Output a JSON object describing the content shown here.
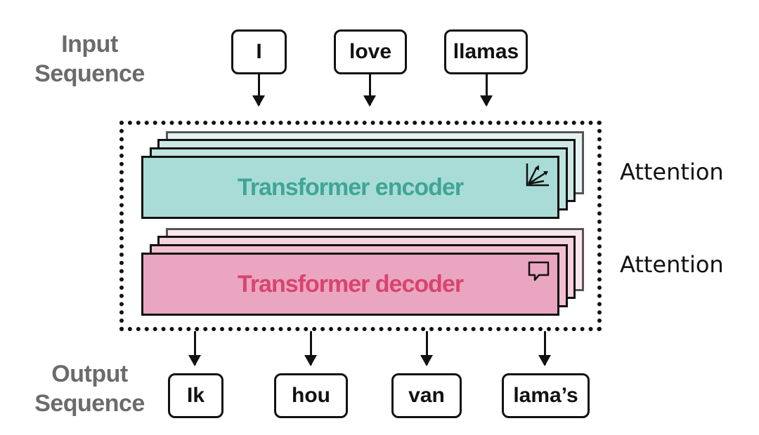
{
  "input": {
    "label_line1": "Input",
    "label_line2": "Sequence",
    "tokens": [
      "I",
      "love",
      "llamas"
    ]
  },
  "output": {
    "label_line1": "Output",
    "label_line2": "Sequence",
    "tokens": [
      "Ik",
      "hou",
      "van",
      "lama’s"
    ]
  },
  "encoder": {
    "label": "Transformer encoder",
    "icon": "chart-arrows-icon",
    "color_text": "#3fa597",
    "color_fill": "#a9dcd6",
    "color_layer": "#cde9e5",
    "side_label": "Attention"
  },
  "decoder": {
    "label": "Transformer decoder",
    "icon": "speech-bubble-icon",
    "color_text": "#d9446f",
    "color_fill": "#eaa6c0",
    "color_layer": "#f6d2de",
    "side_label": "Attention"
  }
}
